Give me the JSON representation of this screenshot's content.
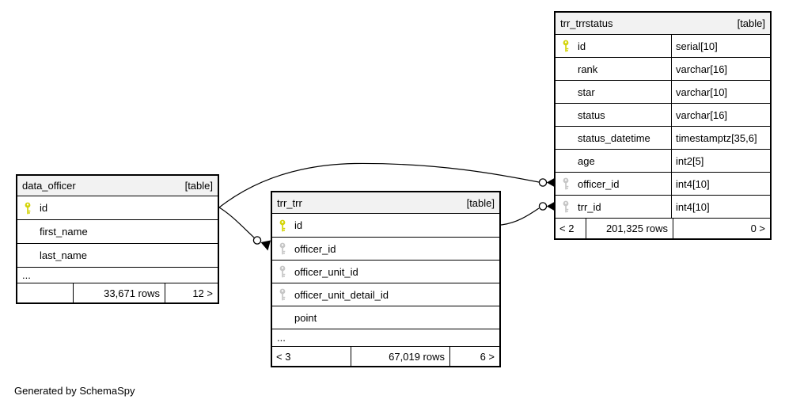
{
  "page": {
    "generated_note": "Generated by SchemaSpy"
  },
  "colors": {
    "border": "#000000",
    "table_header_bg": "#f2f2f2",
    "primary_key": "#d4d409",
    "foreign_key": "#c6c6c6",
    "row_bg": "#ffffff"
  },
  "tables": {
    "data_officer": {
      "title": "data_officer",
      "badge": "[table]",
      "columns": [
        {
          "name": "id",
          "key": "pk"
        },
        {
          "name": "first_name",
          "key": ""
        },
        {
          "name": "last_name",
          "key": ""
        }
      ],
      "ellipsis": "...",
      "footer": {
        "left": "",
        "center": "33,671 rows",
        "right": "12 >"
      }
    },
    "trr_trr": {
      "title": "trr_trr",
      "badge": "[table]",
      "columns": [
        {
          "name": "id",
          "key": "pk"
        },
        {
          "name": "officer_id",
          "key": "fk"
        },
        {
          "name": "officer_unit_id",
          "key": "fk"
        },
        {
          "name": "officer_unit_detail_id",
          "key": "fk"
        },
        {
          "name": "point",
          "key": ""
        }
      ],
      "ellipsis": "...",
      "footer": {
        "left": "< 3",
        "center": "67,019 rows",
        "right": "6 >"
      }
    },
    "trr_trrstatus": {
      "title": "trr_trrstatus",
      "badge": "[table]",
      "columns": [
        {
          "name": "id",
          "key": "pk",
          "type": "serial[10]"
        },
        {
          "name": "rank",
          "key": "",
          "type": "varchar[16]"
        },
        {
          "name": "star",
          "key": "",
          "type": "varchar[10]"
        },
        {
          "name": "status",
          "key": "",
          "type": "varchar[16]"
        },
        {
          "name": "status_datetime",
          "key": "",
          "type": "timestamptz[35,6]"
        },
        {
          "name": "age",
          "key": "",
          "type": "int2[5]"
        },
        {
          "name": "officer_id",
          "key": "fk",
          "type": "int4[10]"
        },
        {
          "name": "trr_id",
          "key": "fk",
          "type": "int4[10]"
        }
      ],
      "footer": {
        "left": "< 2",
        "center": "201,325 rows",
        "right": "0 >"
      }
    }
  },
  "relationships": [
    {
      "from": "data_officer.id",
      "to": "trr_trrstatus.officer_id"
    },
    {
      "from": "data_officer.id",
      "to": "trr_trr.officer_id"
    },
    {
      "from": "trr_trr.id",
      "to": "trr_trrstatus.trr_id"
    }
  ]
}
